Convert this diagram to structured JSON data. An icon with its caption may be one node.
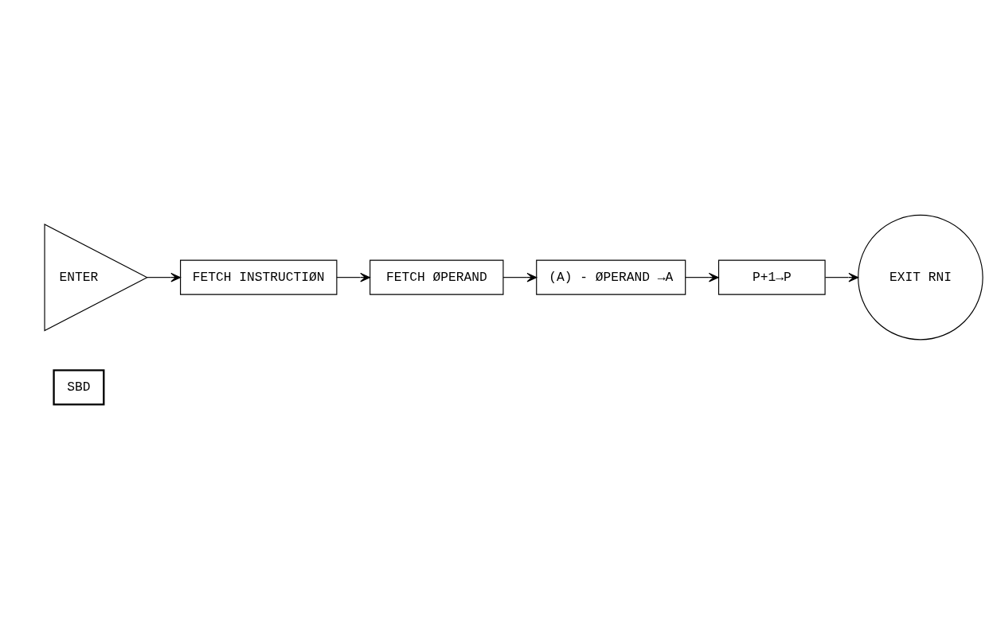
{
  "diagram": {
    "nodes": [
      {
        "text": [
          "SBD"
        ]
      },
      {
        "text": [
          "ENTER"
        ]
      },
      {
        "text": [
          "FETCH INSTRUCTIØN"
        ]
      },
      {
        "text": [
          "FETCH ØPERAND"
        ]
      },
      {
        "text": [
          "(A) - ØPERAND →A"
        ]
      },
      {
        "text": [
          "P+1→P"
        ]
      },
      {
        "text": [
          "EXIT RNI"
        ]
      }
    ],
    "edges": [
      {
        "from": 1,
        "to": 2,
        "arrow": "to"
      },
      {
        "from": 2,
        "to": 3,
        "arrow": "to"
      },
      {
        "from": 3,
        "to": 4,
        "arrow": "to"
      },
      {
        "from": 4,
        "to": 5,
        "arrow": "to"
      },
      {
        "from": 5,
        "to": 6,
        "arrow": "to"
      }
    ]
  }
}
